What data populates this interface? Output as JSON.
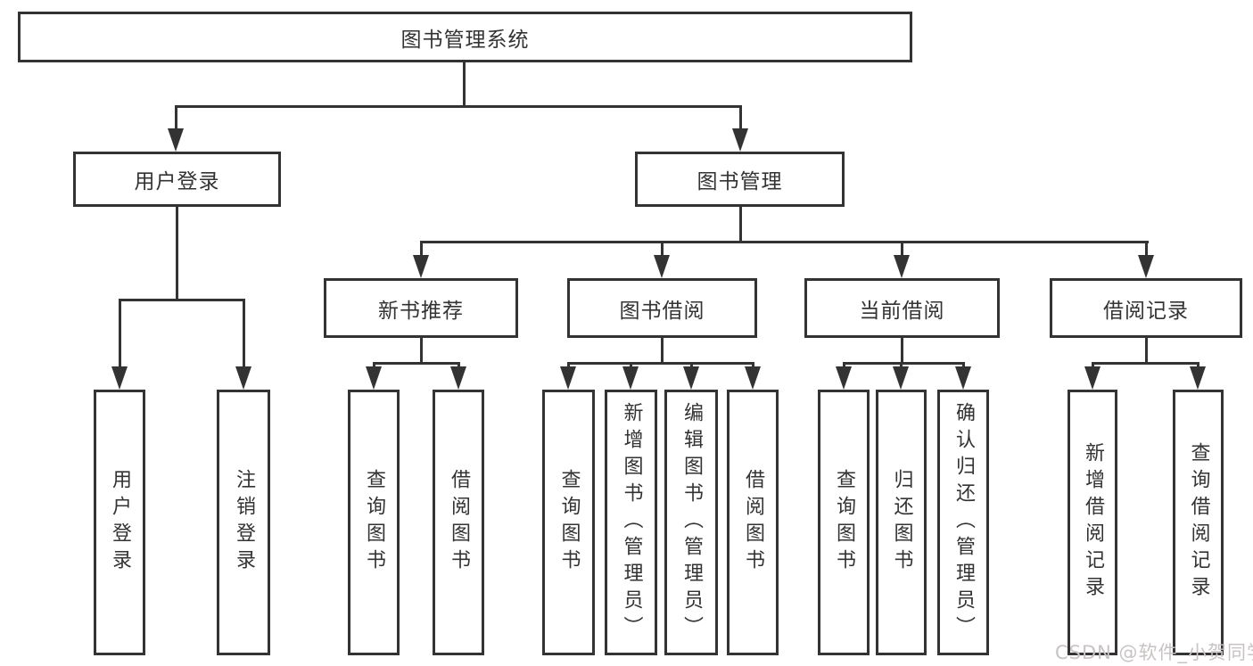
{
  "colors": {
    "line": "#333333",
    "box_background": "#ffffff",
    "text": "#333333",
    "watermark": "#c9c3c3",
    "page_background": "#ffffff"
  },
  "watermark": {
    "text": "CSDN @软件_小贺同学"
  },
  "tree": {
    "label": "图书管理系统",
    "children": [
      {
        "label": "用户登录",
        "children": [
          {
            "label": "用户登录"
          },
          {
            "label": "注销登录"
          }
        ]
      },
      {
        "label": "图书管理",
        "children": [
          {
            "label": "新书推荐",
            "children": [
              {
                "label": "查询图书"
              },
              {
                "label": "借阅图书"
              }
            ]
          },
          {
            "label": "图书借阅",
            "children": [
              {
                "label": "查询图书"
              },
              {
                "label": "新增图书（管理员）"
              },
              {
                "label": "编辑图书（管理员）"
              },
              {
                "label": "借阅图书"
              }
            ]
          },
          {
            "label": "当前借阅",
            "children": [
              {
                "label": "查询图书"
              },
              {
                "label": "归还图书"
              },
              {
                "label": "确认归还（管理员）"
              }
            ]
          },
          {
            "label": "借阅记录",
            "children": [
              {
                "label": "新增借阅记录"
              },
              {
                "label": "查询借阅记录"
              }
            ]
          }
        ]
      }
    ]
  }
}
